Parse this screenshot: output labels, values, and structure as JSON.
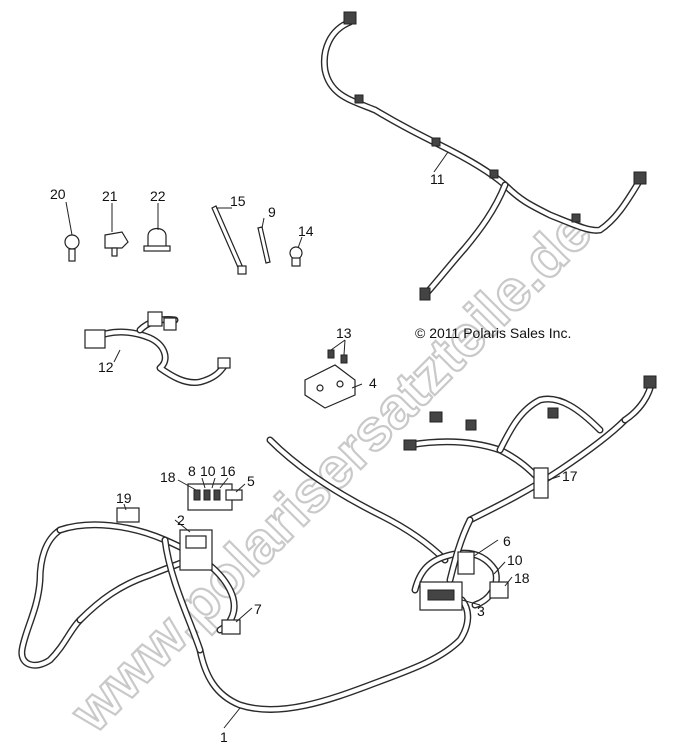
{
  "watermark": "www.polarisersatzteile.de",
  "copyright": "© 2011 Polaris Sales Inc.",
  "callouts": {
    "c1": "1",
    "c2": "2",
    "c3": "3",
    "c4": "4",
    "c5": "5",
    "c6": "6",
    "c7": "7",
    "c8": "8",
    "c9": "9",
    "c10a": "10",
    "c10b": "10",
    "c11": "11",
    "c12": "12",
    "c13": "13",
    "c14": "14",
    "c15": "15",
    "c16": "16",
    "c17": "17",
    "c18a": "18",
    "c18b": "18",
    "c19": "19",
    "c20": "20",
    "c21": "21",
    "c22": "22"
  }
}
